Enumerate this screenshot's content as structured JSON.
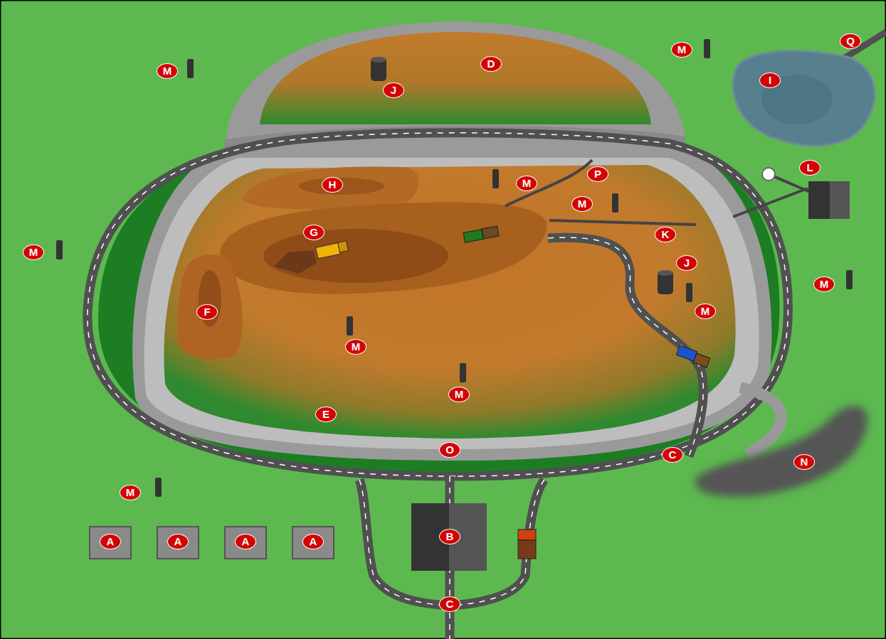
{
  "diagram": {
    "labels": [
      "Q",
      "M",
      "D",
      "M",
      "J",
      "I",
      "L",
      "P",
      "H",
      "M",
      "M",
      "G",
      "K",
      "M",
      "J",
      "M",
      "F",
      "M",
      "M",
      "M",
      "E",
      "O",
      "C",
      "N",
      "M",
      "A",
      "A",
      "A",
      "A",
      "B",
      "C"
    ]
  }
}
